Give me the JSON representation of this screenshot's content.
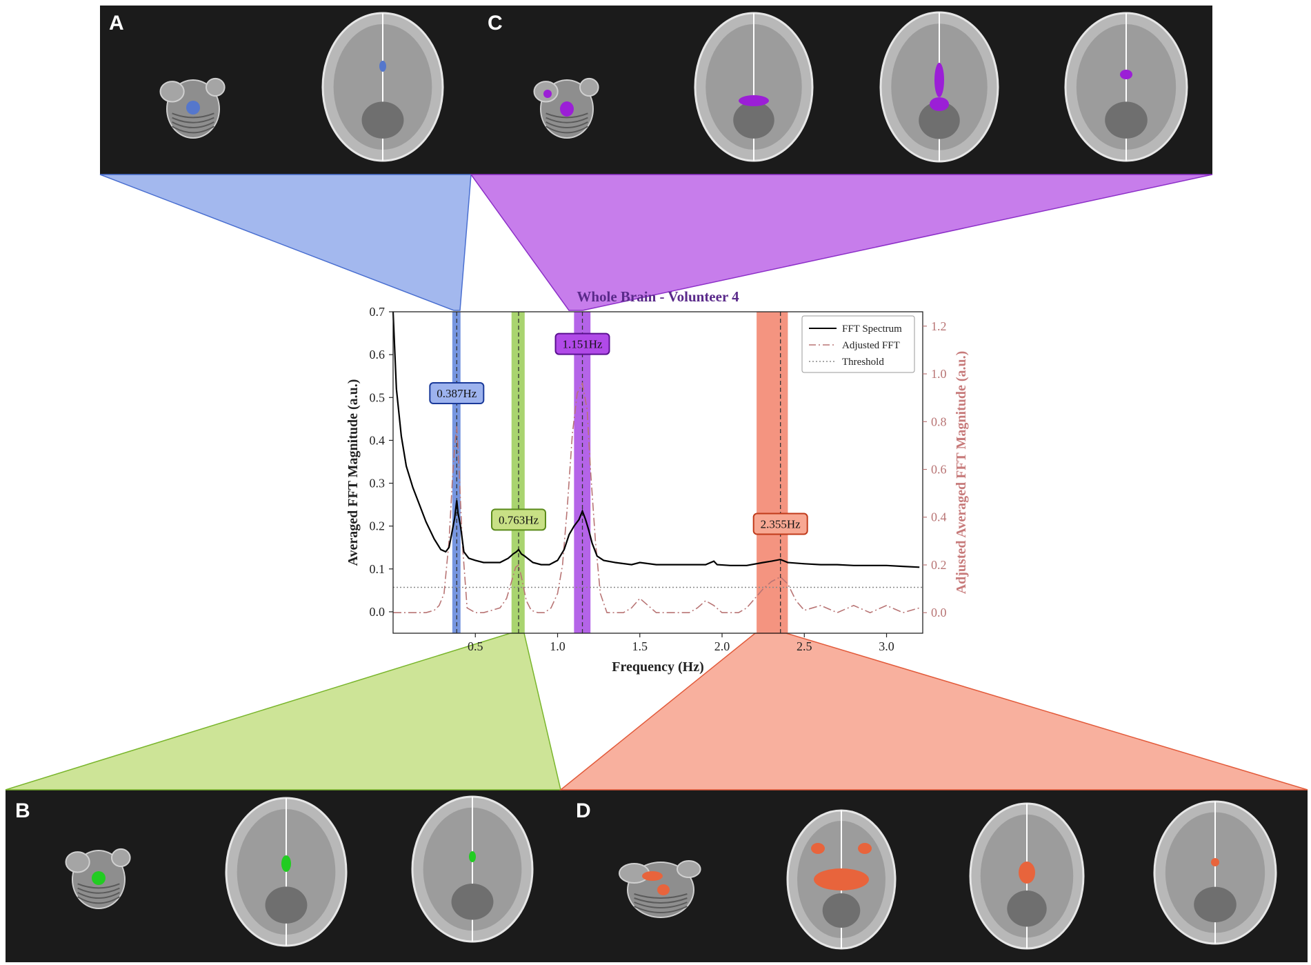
{
  "panels": {
    "A": {
      "letter": "A",
      "color": "#5577cc"
    },
    "B": {
      "letter": "B",
      "color": "#22cc22"
    },
    "C": {
      "letter": "C",
      "color": "#9b1fd6"
    },
    "D": {
      "letter": "D",
      "color": "#e8643c"
    }
  },
  "colors": {
    "blue": "#4a73d6",
    "green": "#8cc63f",
    "purple": "#9b30e0",
    "red": "#f07055",
    "fft": "#000000",
    "adjusted": "#b87474",
    "threshold": "#888888",
    "title": "#5a2a8a",
    "panel_bg": "#1b1b1b"
  },
  "chart_data": {
    "type": "line",
    "title": "Whole Brain - Volunteer 4",
    "xlabel": "Frequency (Hz)",
    "ylabel": "Averaged FFT Magnitude (a.u.)",
    "ylabel_right": "Adjusted Averaged FFT Magnitude (a.u.)",
    "xlim": [
      0.0,
      3.22
    ],
    "ylim": [
      -0.05,
      0.7
    ],
    "ylim_right": [
      -0.086,
      1.26
    ],
    "x_ticks": [
      0.5,
      1.0,
      1.5,
      2.0,
      2.5,
      3.0
    ],
    "x_tick_labels": [
      "0.5",
      "1.0",
      "1.5",
      "2.0",
      "2.5",
      "3.0"
    ],
    "y_ticks": [
      0.0,
      0.1,
      0.2,
      0.3,
      0.4,
      0.5,
      0.6,
      0.7
    ],
    "y_tick_labels": [
      "0.0",
      "0.1",
      "0.2",
      "0.3",
      "0.4",
      "0.5",
      "0.6",
      "0.7"
    ],
    "y_ticks_right": [
      0.0,
      0.2,
      0.4,
      0.6,
      0.8,
      1.0,
      1.2
    ],
    "y_tick_labels_right": [
      "0.0",
      "0.2",
      "0.4",
      "0.6",
      "0.8",
      "1.0",
      "1.2"
    ],
    "legend_position": "top-right",
    "legend": [
      "FFT Spectrum",
      "Adjusted FFT",
      "Threshold"
    ],
    "threshold": 0.057,
    "series": [
      {
        "name": "FFT Spectrum",
        "x": [
          0.0,
          0.02,
          0.05,
          0.08,
          0.12,
          0.16,
          0.2,
          0.25,
          0.29,
          0.32,
          0.34,
          0.36,
          0.375,
          0.387,
          0.395,
          0.41,
          0.43,
          0.46,
          0.5,
          0.55,
          0.6,
          0.65,
          0.7,
          0.73,
          0.75,
          0.763,
          0.78,
          0.8,
          0.85,
          0.9,
          0.95,
          1.0,
          1.04,
          1.07,
          1.1,
          1.13,
          1.151,
          1.17,
          1.19,
          1.21,
          1.24,
          1.28,
          1.35,
          1.45,
          1.5,
          1.6,
          1.7,
          1.8,
          1.9,
          1.95,
          1.97,
          2.05,
          2.15,
          2.25,
          2.3,
          2.355,
          2.4,
          2.5,
          2.6,
          2.7,
          2.8,
          2.9,
          3.0,
          3.1,
          3.2
        ],
        "values": [
          0.7,
          0.52,
          0.41,
          0.34,
          0.29,
          0.25,
          0.21,
          0.17,
          0.145,
          0.14,
          0.15,
          0.19,
          0.22,
          0.26,
          0.23,
          0.2,
          0.14,
          0.125,
          0.12,
          0.115,
          0.115,
          0.115,
          0.125,
          0.135,
          0.14,
          0.145,
          0.135,
          0.13,
          0.115,
          0.11,
          0.11,
          0.12,
          0.145,
          0.18,
          0.2,
          0.215,
          0.235,
          0.215,
          0.19,
          0.16,
          0.13,
          0.12,
          0.115,
          0.11,
          0.115,
          0.11,
          0.11,
          0.11,
          0.11,
          0.118,
          0.11,
          0.108,
          0.108,
          0.115,
          0.118,
          0.122,
          0.115,
          0.112,
          0.11,
          0.11,
          0.108,
          0.108,
          0.108,
          0.106,
          0.104
        ]
      },
      {
        "name": "Adjusted FFT",
        "x": [
          0.0,
          0.05,
          0.1,
          0.15,
          0.2,
          0.25,
          0.28,
          0.31,
          0.34,
          0.36,
          0.375,
          0.387,
          0.4,
          0.42,
          0.45,
          0.5,
          0.55,
          0.6,
          0.65,
          0.69,
          0.72,
          0.745,
          0.763,
          0.78,
          0.81,
          0.84,
          0.88,
          0.92,
          0.96,
          1.0,
          1.03,
          1.06,
          1.09,
          1.12,
          1.151,
          1.18,
          1.2,
          1.23,
          1.26,
          1.3,
          1.35,
          1.4,
          1.45,
          1.5,
          1.55,
          1.6,
          1.7,
          1.8,
          1.85,
          1.9,
          1.95,
          2.0,
          2.05,
          2.1,
          2.15,
          2.2,
          2.25,
          2.3,
          2.355,
          2.4,
          2.45,
          2.5,
          2.6,
          2.7,
          2.8,
          2.9,
          3.0,
          3.1,
          3.2
        ],
        "values": [
          0.0,
          0.0,
          0.0,
          0.0,
          0.0,
          0.01,
          0.03,
          0.08,
          0.3,
          0.55,
          0.7,
          0.78,
          0.62,
          0.3,
          0.02,
          0.0,
          0.0,
          0.01,
          0.02,
          0.06,
          0.13,
          0.19,
          0.2,
          0.15,
          0.05,
          0.01,
          0.0,
          0.0,
          0.02,
          0.08,
          0.2,
          0.45,
          0.75,
          0.92,
          0.96,
          0.85,
          0.6,
          0.3,
          0.08,
          0.0,
          0.0,
          0.0,
          0.02,
          0.06,
          0.03,
          0.0,
          0.0,
          0.0,
          0.02,
          0.05,
          0.03,
          0.0,
          0.0,
          0.0,
          0.02,
          0.06,
          0.1,
          0.13,
          0.15,
          0.12,
          0.05,
          0.01,
          0.03,
          0.0,
          0.03,
          0.0,
          0.03,
          0.0,
          0.02
        ]
      }
    ],
    "peaks": [
      {
        "label": "0.387Hz",
        "freq": 0.387,
        "band": [
          0.36,
          0.41
        ],
        "color": "#4a73d6",
        "label_y": 0.51
      },
      {
        "label": "0.763Hz",
        "freq": 0.763,
        "band": [
          0.72,
          0.8
        ],
        "color": "#8cc63f",
        "label_y": 0.215
      },
      {
        "label": "1.151Hz",
        "freq": 1.151,
        "band": [
          1.1,
          1.2
        ],
        "color": "#9b30e0",
        "label_y": 0.625
      },
      {
        "label": "2.355Hz",
        "freq": 2.355,
        "band": [
          2.21,
          2.4
        ],
        "color": "#f07055",
        "label_y": 0.205
      }
    ]
  }
}
